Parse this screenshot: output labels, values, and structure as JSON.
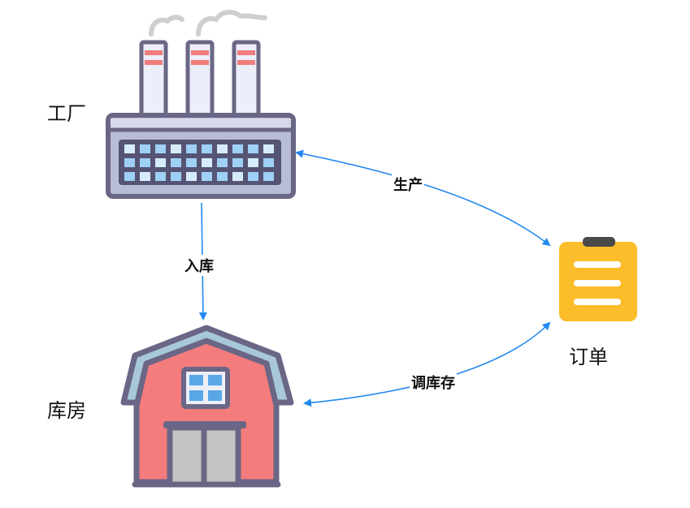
{
  "nodes": {
    "factory": {
      "label": "工厂"
    },
    "warehouse": {
      "label": "库房"
    },
    "order": {
      "label": "订单"
    }
  },
  "edges": {
    "produce": {
      "label": "生产"
    },
    "stock_in": {
      "label": "入库"
    },
    "adjust_stock": {
      "label": "调库存"
    }
  },
  "colors": {
    "arrow": "#2288ee",
    "outline": "#6a6685",
    "factory_body": "#b9bcd6",
    "factory_window": "#9fd0f5",
    "chimney_stripe": "#f07c7c",
    "barn_wall": "#f47c7c",
    "barn_roof": "#a8c8da",
    "barn_door": "#c4c4c4",
    "clipboard": "#fbbd2a",
    "clipboard_clip": "#4a4a4a",
    "smoke": "#cfcfcf"
  }
}
